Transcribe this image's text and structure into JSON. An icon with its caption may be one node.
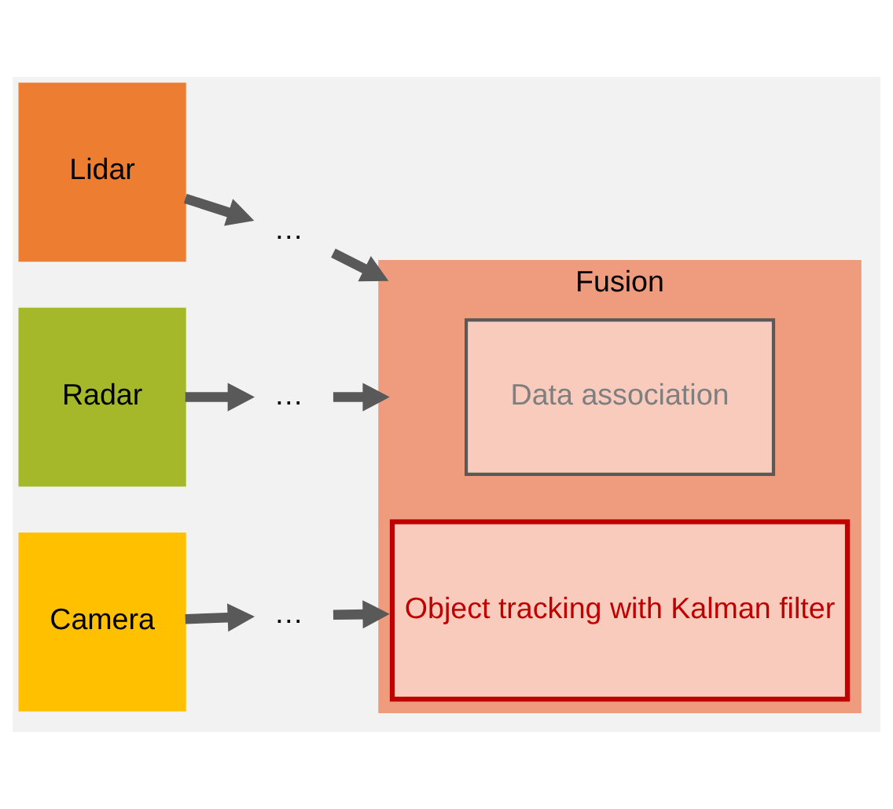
{
  "diagram": {
    "nodes": [
      {
        "text": [
          "Lidar"
        ]
      },
      {
        "text": [
          "Radar"
        ]
      },
      {
        "text": [
          "Camera"
        ]
      },
      {
        "text": [
          "…"
        ]
      },
      {
        "text": [
          "…"
        ]
      },
      {
        "text": [
          "…"
        ]
      },
      {
        "text": [
          "Fusion"
        ]
      },
      {
        "text": [
          "Data association"
        ],
        "in": 6
      },
      {
        "text": [
          "Object tracking with Kalman filter"
        ],
        "in": 6
      }
    ],
    "edges": [
      {
        "from": 0,
        "to": 3,
        "arrow": "to"
      },
      {
        "from": 3,
        "to": 6,
        "arrow": "to"
      },
      {
        "from": 1,
        "to": 4,
        "arrow": "to"
      },
      {
        "from": 4,
        "to": 6,
        "arrow": "to"
      },
      {
        "from": 2,
        "to": 5,
        "arrow": "to"
      },
      {
        "from": 5,
        "to": 6,
        "arrow": "to"
      }
    ]
  }
}
